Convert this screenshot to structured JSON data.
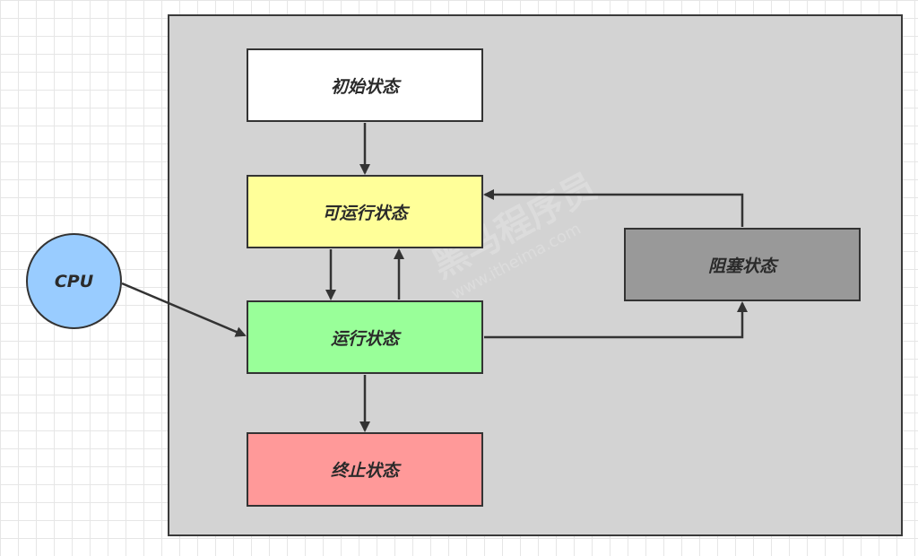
{
  "states": {
    "initial": "初始状态",
    "runnable": "可运行状态",
    "running": "运行状态",
    "blocked": "阻塞状态",
    "terminated": "终止状态"
  },
  "cpu": "CPU",
  "watermark": {
    "text": "黑马程序员",
    "url": "www.itheima.com"
  },
  "colors": {
    "container": "#d3d3d3",
    "initial": "#ffffff",
    "runnable": "#ffff99",
    "running": "#99ff99",
    "blocked": "#999999",
    "terminated": "#ff9999",
    "cpu": "#99ccff",
    "edge": "#333333"
  }
}
